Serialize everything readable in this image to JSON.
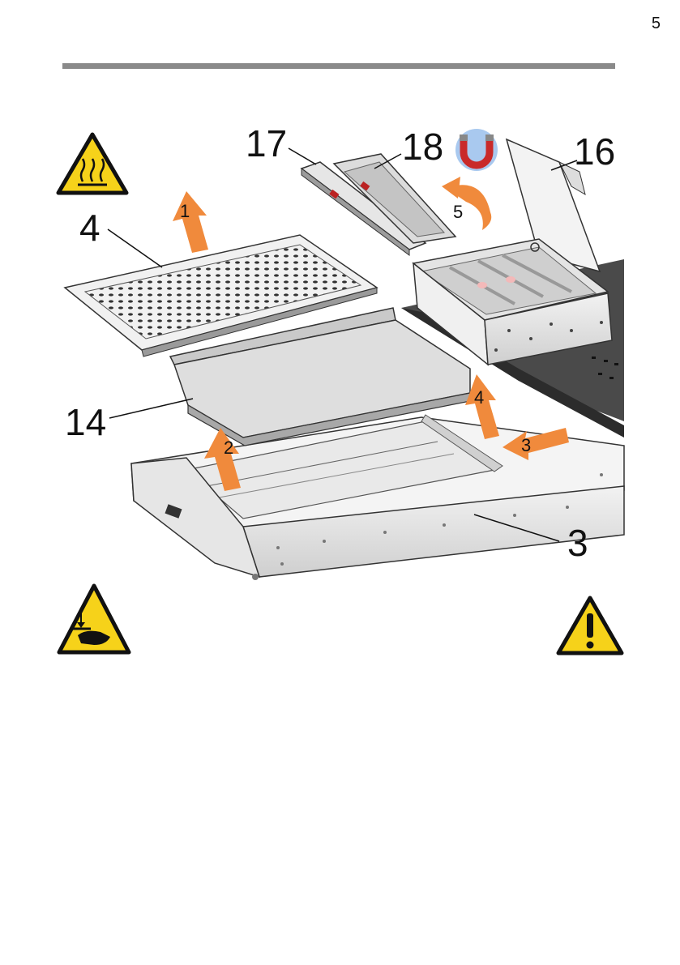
{
  "page": {
    "number": "5"
  },
  "callouts": {
    "c4": "4",
    "c14": "14",
    "c3": "3",
    "c16": "16",
    "c17": "17",
    "c18": "18"
  },
  "steps": {
    "s1": "1",
    "s2": "2",
    "s3": "3",
    "s4": "4",
    "s5": "5"
  },
  "icons": {
    "hot_surface": "hot-surface-warning-icon",
    "crushing": "hand-crush-warning-icon",
    "general": "general-warning-icon",
    "magnet": "magnet-icon"
  },
  "colors": {
    "arrow": "#f08a3c",
    "warning_yellow": "#f6d21a",
    "rule": "#8a8a8a"
  }
}
